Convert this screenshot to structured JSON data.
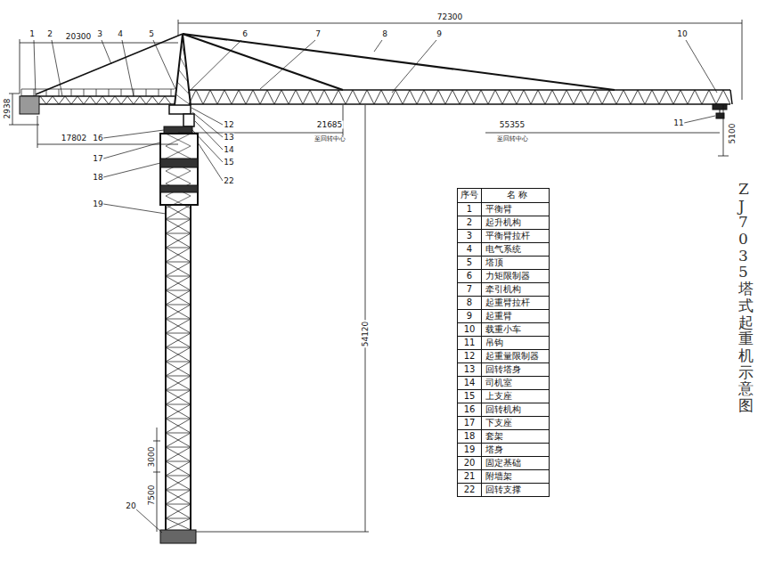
{
  "diagram": {
    "title": "ZJ7035 塔式起重机示意图",
    "labels": [
      "72300",
      "20300",
      "2938",
      "17802",
      "21685",
      "至回转中心",
      "55355",
      "至回转中心",
      "5100",
      "54120",
      "3000",
      "7500",
      "1",
      "2",
      "3",
      "4",
      "5",
      "6",
      "7",
      "8",
      "9",
      "10",
      "11",
      "12",
      "13",
      "14",
      "15",
      "16",
      "17",
      "18",
      "19",
      "20",
      "22",
      "序号",
      "名 称",
      "1",
      "平衡臂",
      "2",
      "起升机构",
      "3",
      "平衡臂拉杆",
      "4",
      "电气系统",
      "5",
      "塔顶",
      "6",
      "力矩限制器",
      "7",
      "牵引机构",
      "8",
      "起重臂拉杆",
      "9",
      "起重臂",
      "10",
      "载重小车",
      "11",
      "吊钩",
      "12",
      "起重量限制器",
      "13",
      "回转塔身",
      "14",
      "司机室",
      "15",
      "上支座",
      "16",
      "回转机构",
      "17",
      "下支座",
      "18",
      "套架",
      "19",
      "塔身",
      "20",
      "固定基础",
      "21",
      "附墙架",
      "22",
      "回转支撑"
    ]
  }
}
